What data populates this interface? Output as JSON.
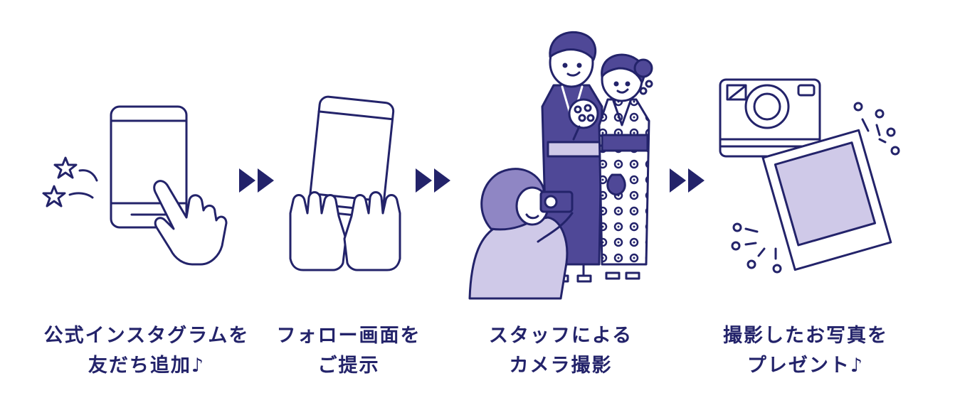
{
  "theme": {
    "ink": "#23236a",
    "fill_light": "#cfc9e8",
    "fill_mid": "#8f86c4",
    "fill_dark": "#4f4897"
  },
  "steps": [
    {
      "icon": "tapping-smartphone-icon",
      "caption_line1": "公式インスタグラムを",
      "caption_line2": "友だち追加♪"
    },
    {
      "icon": "hands-holding-phone-icon",
      "caption_line1": "フォロー画面を",
      "caption_line2": "ご提示"
    },
    {
      "icon": "staff-photographing-yukata-couple-icon",
      "caption_line1": "スタッフによる",
      "caption_line2": "カメラ撮影"
    },
    {
      "icon": "instant-camera-photo-icon",
      "caption_line1": "撮影したお写真を",
      "caption_line2": "プレゼント♪"
    }
  ]
}
